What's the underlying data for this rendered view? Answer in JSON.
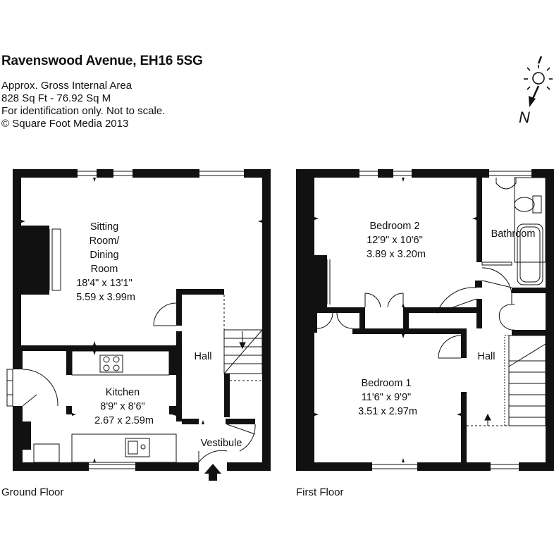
{
  "header": {
    "title": "Ravenswood Avenue, EH16 5SG",
    "area_label": "Approx. Gross Internal Area",
    "area_value": "828 Sq Ft  -  76.92 Sq M",
    "disclaimer": "For identification only. Not to scale.",
    "copyright": "© Square Foot Media 2013"
  },
  "compass": {
    "north_letter": "N"
  },
  "ground_floor": {
    "label": "Ground Floor",
    "rooms": [
      {
        "lines": [
          "Sitting",
          "Room/",
          "Dining",
          "Room",
          "18'4\" x 13'1\"",
          "5.59 x 3.99m"
        ]
      },
      {
        "lines": [
          "Kitchen",
          "8'9\" x 8'6\"",
          "2.67 x 2.59m"
        ]
      },
      {
        "lines": [
          "Hall"
        ]
      },
      {
        "lines": [
          "Vestibule"
        ]
      }
    ]
  },
  "first_floor": {
    "label": "First Floor",
    "rooms": [
      {
        "lines": [
          "Bedroom 2",
          "12'9\" x 10'6\"",
          "3.89 x 3.20m"
        ]
      },
      {
        "lines": [
          "Bathroom"
        ]
      },
      {
        "lines": [
          "Bedroom 1",
          "11'6\" x 9'9\"",
          "3.51 x 2.97m"
        ]
      },
      {
        "lines": [
          "Hall"
        ]
      }
    ]
  },
  "colors": {
    "wall": "#111111",
    "background": "#ffffff"
  }
}
